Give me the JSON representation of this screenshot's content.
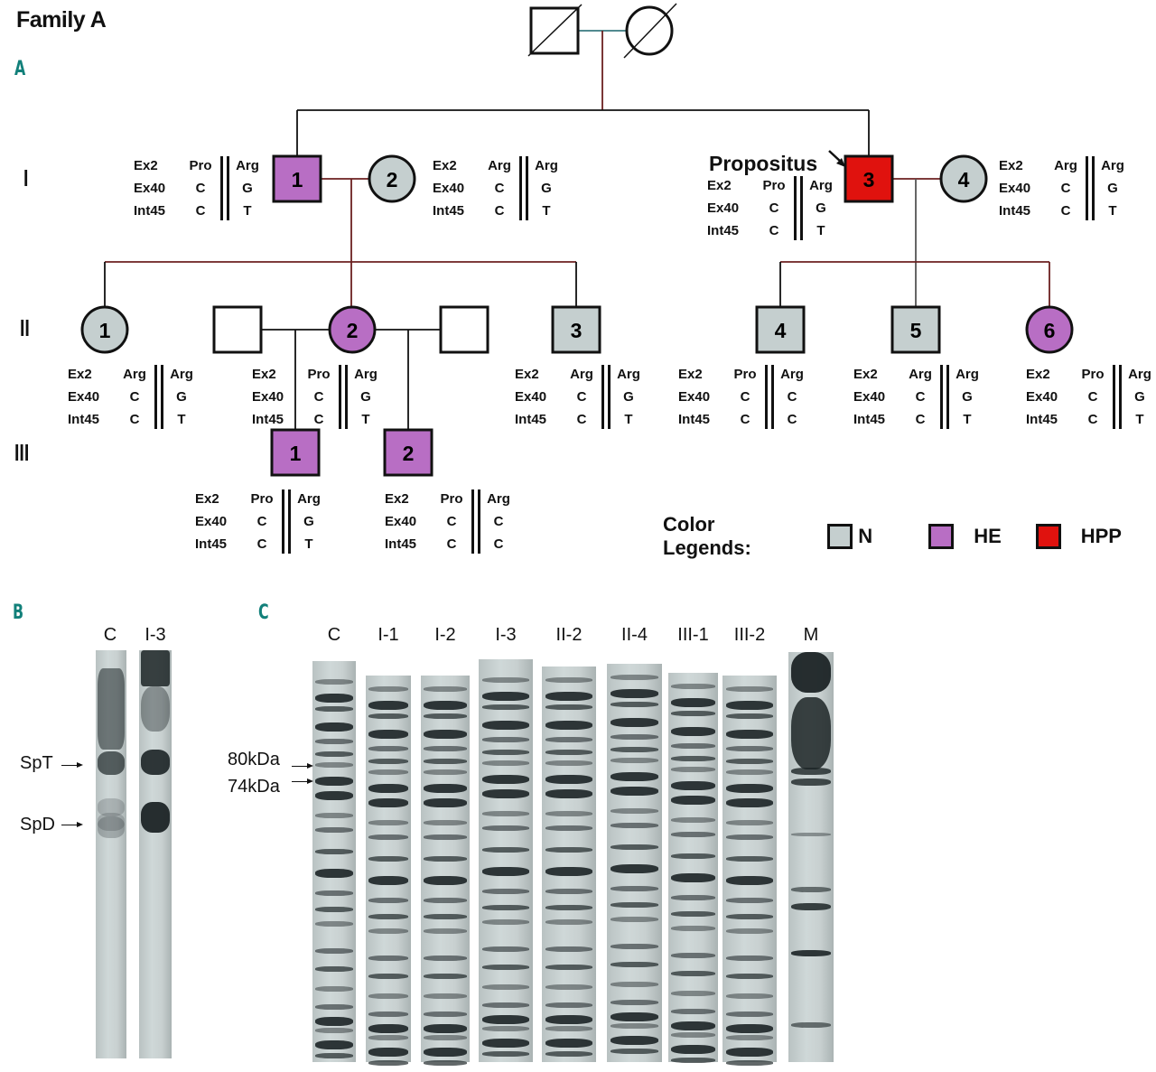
{
  "title": "Family A",
  "panels": {
    "a": "A",
    "b": "B",
    "c": "C"
  },
  "generations": [
    "I",
    "II",
    "III"
  ],
  "propositus_label": "Propositus",
  "legend": {
    "title": "Color Legends:",
    "items": [
      {
        "label": "N",
        "color": "#c5cfcf"
      },
      {
        "label": "HE",
        "color": "#b86ec4"
      },
      {
        "label": "HPP",
        "color": "#e0120e"
      }
    ]
  },
  "loci": [
    "Ex2",
    "Ex40",
    "Int45"
  ],
  "individuals": [
    {
      "id": "I-1",
      "num": "1",
      "sex": "male",
      "status": "HE",
      "genotype": [
        [
          "Pro",
          "Arg"
        ],
        [
          "C",
          "G"
        ],
        [
          "C",
          "T"
        ]
      ]
    },
    {
      "id": "I-2",
      "num": "2",
      "sex": "female",
      "status": "N",
      "genotype": [
        [
          "Arg",
          "Arg"
        ],
        [
          "C",
          "G"
        ],
        [
          "C",
          "T"
        ]
      ]
    },
    {
      "id": "I-3",
      "num": "3",
      "sex": "male",
      "status": "HPP",
      "genotype": [
        [
          "Pro",
          "Arg"
        ],
        [
          "C",
          "G"
        ],
        [
          "C",
          "T"
        ]
      ]
    },
    {
      "id": "I-4",
      "num": "4",
      "sex": "female",
      "status": "N",
      "genotype": [
        [
          "Arg",
          "Arg"
        ],
        [
          "C",
          "G"
        ],
        [
          "C",
          "T"
        ]
      ]
    },
    {
      "id": "II-1",
      "num": "1",
      "sex": "female",
      "status": "N",
      "genotype": [
        [
          "Arg",
          "Arg"
        ],
        [
          "C",
          "G"
        ],
        [
          "C",
          "T"
        ]
      ]
    },
    {
      "id": "II-2",
      "num": "2",
      "sex": "female",
      "status": "HE",
      "genotype": [
        [
          "Pro",
          "Arg"
        ],
        [
          "C",
          "G"
        ],
        [
          "C",
          "T"
        ]
      ]
    },
    {
      "id": "II-3",
      "num": "3",
      "sex": "male",
      "status": "N",
      "genotype": [
        [
          "Arg",
          "Arg"
        ],
        [
          "C",
          "G"
        ],
        [
          "C",
          "T"
        ]
      ]
    },
    {
      "id": "II-4",
      "num": "4",
      "sex": "male",
      "status": "N",
      "genotype": [
        [
          "Pro",
          "Arg"
        ],
        [
          "C",
          "C"
        ],
        [
          "C",
          "C"
        ]
      ]
    },
    {
      "id": "II-5",
      "num": "5",
      "sex": "male",
      "status": "N",
      "genotype": [
        [
          "Arg",
          "Arg"
        ],
        [
          "C",
          "G"
        ],
        [
          "C",
          "T"
        ]
      ]
    },
    {
      "id": "II-6",
      "num": "6",
      "sex": "female",
      "status": "HE",
      "genotype": [
        [
          "Pro",
          "Arg"
        ],
        [
          "C",
          "G"
        ],
        [
          "C",
          "T"
        ]
      ]
    },
    {
      "id": "III-1",
      "num": "1",
      "sex": "male",
      "status": "HE",
      "genotype": [
        [
          "Pro",
          "Arg"
        ],
        [
          "C",
          "G"
        ],
        [
          "C",
          "T"
        ]
      ]
    },
    {
      "id": "III-2",
      "num": "2",
      "sex": "male",
      "status": "HE",
      "genotype": [
        [
          "Pro",
          "Arg"
        ],
        [
          "C",
          "C"
        ],
        [
          "C",
          "C"
        ]
      ]
    }
  ],
  "panel_b": {
    "lanes": [
      "C",
      "I-3"
    ],
    "markers": [
      "SpT",
      "SpD"
    ]
  },
  "panel_c": {
    "lanes": [
      "C",
      "I-1",
      "I-2",
      "I-3",
      "II-2",
      "II-4",
      "III-1",
      "III-2",
      "M"
    ],
    "markers": [
      "80kDa",
      "74kDa"
    ]
  }
}
